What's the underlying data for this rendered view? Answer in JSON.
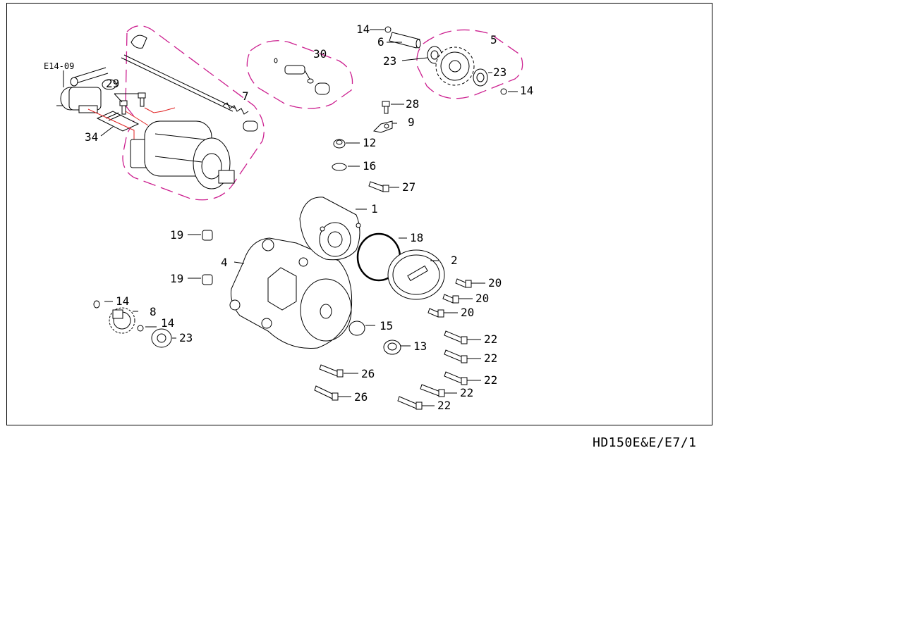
{
  "diagram": {
    "figure_code": "HD150E&E/E7/1",
    "ref_code": "E14-09",
    "callouts": [
      "1",
      "2",
      "4",
      "5",
      "6",
      "7",
      "8",
      "9",
      "12",
      "13",
      "14",
      "15",
      "16",
      "18",
      "19",
      "20",
      "22",
      "23",
      "26",
      "27",
      "28",
      "29",
      "30",
      "34"
    ]
  },
  "colors": {
    "group_outline": "#cc1f8f",
    "wiring": "#e02020",
    "line": "#000000"
  }
}
